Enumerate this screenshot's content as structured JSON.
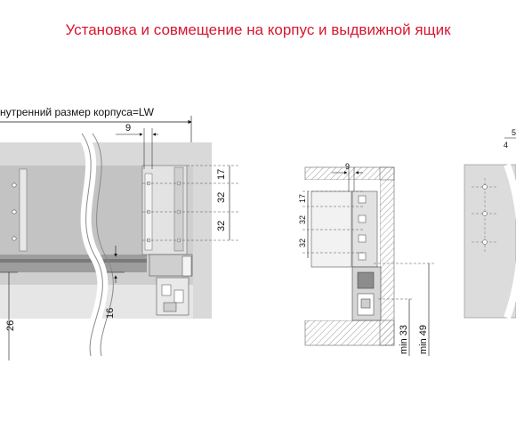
{
  "title": "Установка и совмещение на корпус и выдвижной ящик",
  "drawing_left": {
    "inner_size_label": "нутренний размер корпуса=LW",
    "dim_9": "9",
    "dim_17": "17",
    "dim_32a": "32",
    "dim_32b": "32",
    "dim_16": "16",
    "dim_26": "26"
  },
  "drawing_middle": {
    "dim_9": "9",
    "dim_17": "17",
    "dim_32a": "32",
    "dim_32b": "32",
    "dim_min33": "min 33",
    "dim_min49": "min 49"
  },
  "drawing_right": {
    "dim_top_a": "5",
    "dim_top_b": "4"
  }
}
